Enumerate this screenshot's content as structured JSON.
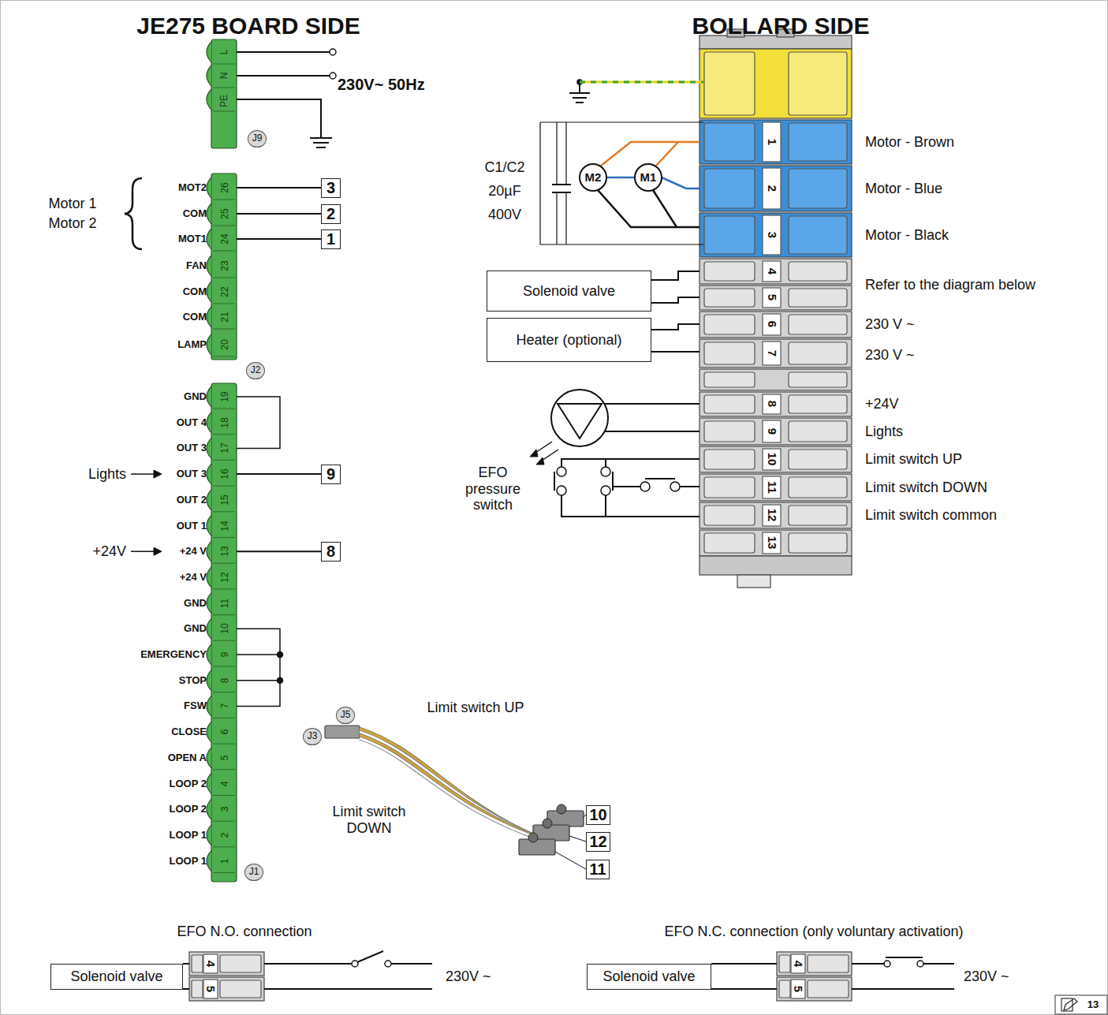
{
  "diagram": {
    "nodes": [
      {
        "text": [
          "Solenoid valve"
        ]
      },
      {
        "text": [
          "Heater (optional)"
        ]
      },
      {
        "text": [
          "Solenoid valve"
        ]
      },
      {
        "text": [
          "Solenoid valve"
        ]
      },
      {
        "text": [
          "3"
        ]
      },
      {
        "text": [
          "2"
        ]
      },
      {
        "text": [
          "1"
        ]
      },
      {
        "text": [
          "9"
        ]
      },
      {
        "text": [
          "8"
        ]
      },
      {
        "text": [
          "10"
        ]
      },
      {
        "text": [
          "12"
        ]
      },
      {
        "text": [
          "11"
        ]
      }
    ],
    "labels": [
      "JE275 BOARD SIDE",
      "BOLLARD SIDE",
      "230V~ 50Hz",
      "L",
      "N",
      "PE",
      "J9",
      "MOT2",
      "COM",
      "MOT1",
      "FAN",
      "COM",
      "COM",
      "LAMP",
      "26",
      "25",
      "24",
      "23",
      "22",
      "21",
      "20",
      "J2",
      "GND",
      "OUT 4",
      "OUT 3",
      "OUT 3",
      "OUT 2",
      "OUT 1",
      "+24 V",
      "+24 V",
      "GND",
      "GND",
      "EMERGENCY",
      "STOP",
      "FSW",
      "CLOSE",
      "OPEN A",
      "LOOP 2",
      "LOOP 2",
      "LOOP 1",
      "LOOP 1",
      "19",
      "18",
      "17",
      "16",
      "15",
      "14",
      "13",
      "12",
      "11",
      "10",
      "9",
      "8",
      "7",
      "6",
      "5",
      "4",
      "3",
      "2",
      "1",
      "J1",
      "Motor 1",
      "Motor 2",
      "Lights",
      "+24V",
      "J5",
      "J3",
      "Limit switch UP",
      "Limit switch DOWN",
      "C1/C2",
      "20µF",
      "400V",
      "M2",
      "M1",
      "1",
      "2",
      "3",
      "4",
      "5",
      "6",
      "7",
      "8",
      "9",
      "10",
      "11",
      "12",
      "13",
      "Motor - Brown",
      "Motor - Blue",
      "Motor - Black",
      "Refer to the diagram below",
      "230 V ~",
      "230 V ~",
      "+24V",
      "Lights",
      "Limit switch UP",
      "Limit switch DOWN",
      "Limit switch common",
      "EFO pressure switch",
      "EFO N.O. connection",
      "EFO N.C. connection (only voluntary activation)",
      "4",
      "5",
      "230V ~",
      "4",
      "5",
      "230V ~",
      "13"
    ]
  }
}
